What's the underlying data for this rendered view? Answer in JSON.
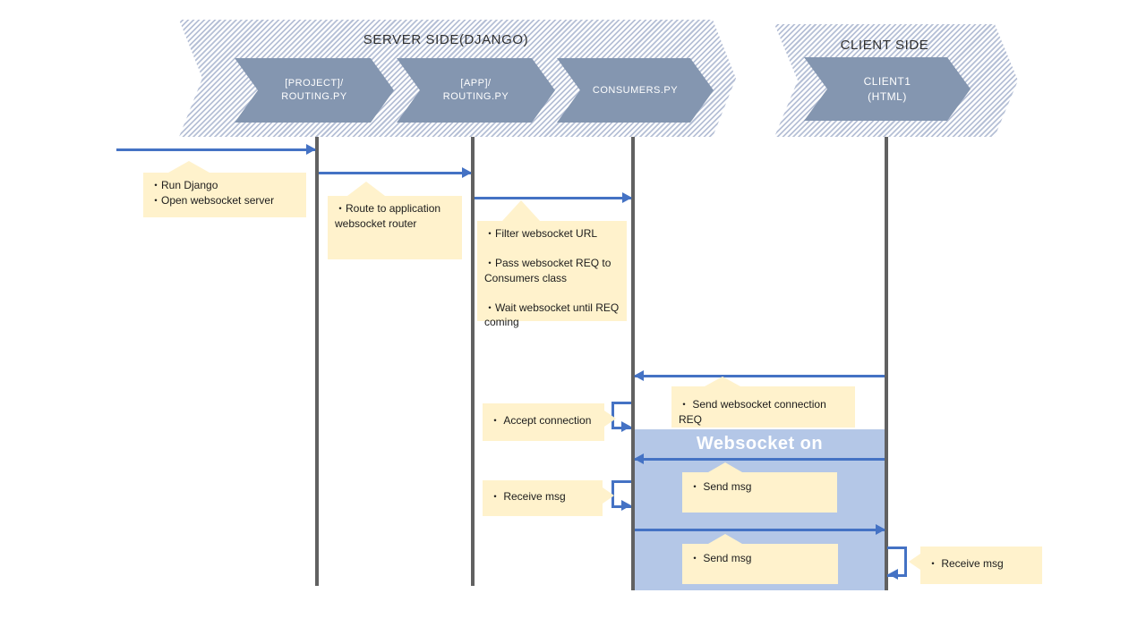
{
  "colors": {
    "arrow": "#4472c4",
    "lifeline": "#616161",
    "chevron": "#8496b0",
    "note": "#fff2cc",
    "region": "#b4c7e7",
    "hatch": "#b6c0d6",
    "titletext": "#303030",
    "notetext": "#1c1c1c"
  },
  "banners": {
    "server": {
      "title": "SERVER SIDE(DJANGO)",
      "steps": [
        {
          "label": "[PROJECT]/\nROUTING.PY"
        },
        {
          "label": "[APP]/\nROUTING.PY"
        },
        {
          "label": "CONSUMERS.PY"
        }
      ]
    },
    "client": {
      "title": "CLIENT SIDE",
      "steps": [
        {
          "label": "CLIENT1\n(HTML)"
        }
      ]
    }
  },
  "region": {
    "label": "Websocket on"
  },
  "notes": [
    {
      "id": "run-django",
      "text": "・Run Django\n・Open websocket server"
    },
    {
      "id": "route-to-application",
      "text": "・Route to application\nwebsocket router"
    },
    {
      "id": "filter-websocket-url",
      "text": "・Filter websocket URL\n\n・Pass websocket REQ to\nConsumers class\n\n・Wait websocket until REQ\ncoming"
    },
    {
      "id": "send-connection-req",
      "text": "・ Send websocket connection REQ"
    },
    {
      "id": "accept-connection",
      "text": "・ Accept connection"
    },
    {
      "id": "receive-msg-server",
      "text": "・ Receive msg"
    },
    {
      "id": "send-msg-1",
      "text": "・ Send msg"
    },
    {
      "id": "send-msg-2",
      "text": "・ Send msg"
    },
    {
      "id": "receive-msg-client",
      "text": "・ Receive msg"
    }
  ]
}
